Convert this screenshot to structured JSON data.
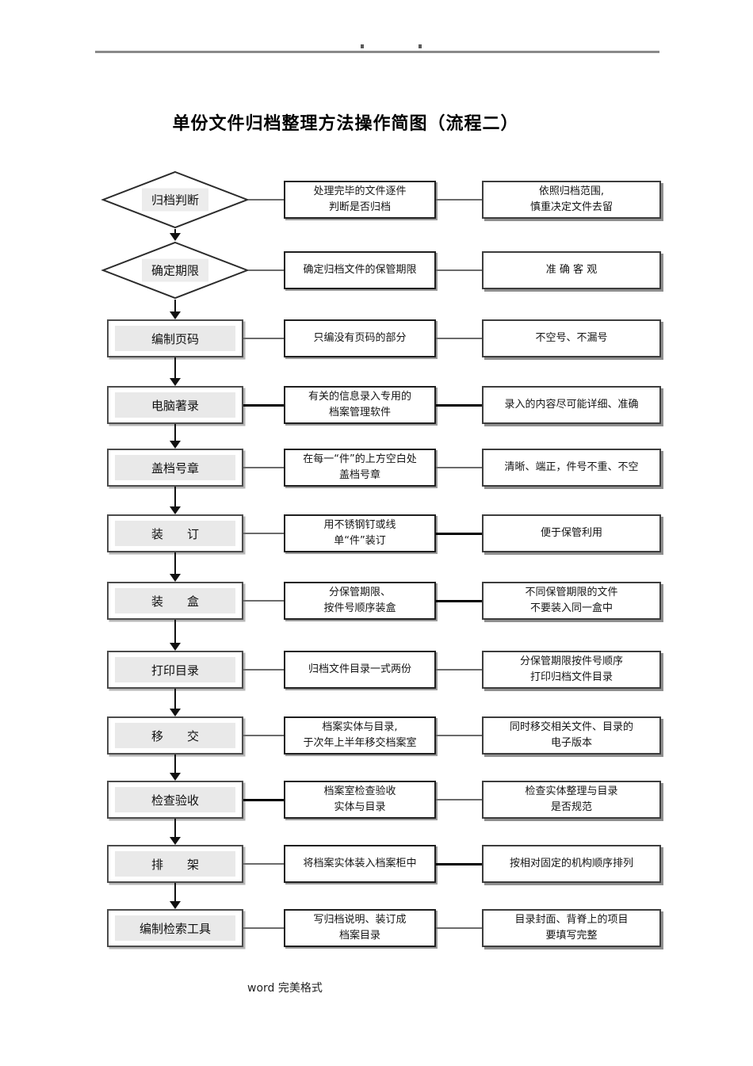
{
  "page": {
    "title": "单份文件归档整理方法操作简图（流程二）",
    "footer": "word 完美格式"
  },
  "flow": {
    "rows": [
      {
        "step": "归档判断",
        "description": "处理完毕的文件逐件\n判断是否归档",
        "note": "依照归档范围,\n慎重决定文件去留"
      },
      {
        "step": "确定期限",
        "description": "确定归档文件的保管期限",
        "note": "准 确 客 观"
      },
      {
        "step": "编制页码",
        "description": "只编没有页码的部分",
        "note": "不空号、不漏号"
      },
      {
        "step": "电脑著录",
        "description": "有关的信息录入专用的\n档案管理软件",
        "note": "录入的内容尽可能详细、准确"
      },
      {
        "step": "盖档号章",
        "description": "在每一“件”的上方空白处\n盖档号章",
        "note": "清晰、端正，件号不重、不空"
      },
      {
        "step": "装　　订",
        "description": "用不锈钢钉或线\n单“件”装订",
        "note": "便于保管利用"
      },
      {
        "step": "装　　盒",
        "description": "分保管期限、\n按件号顺序装盒",
        "note": "不同保管期限的文件\n不要装入同一盒中"
      },
      {
        "step": "打印目录",
        "description": "归档文件目录一式两份",
        "note": "分保管期限按件号顺序\n打印归档文件目录"
      },
      {
        "step": "移　　交",
        "description": "档案实体与目录,\n于次年上半年移交档案室",
        "note": "同时移交相关文件、目录的\n电子版本"
      },
      {
        "step": "检查验收",
        "description": "档案室检查验收\n实体与目录",
        "note": "检查实体整理与目录\n是否规范"
      },
      {
        "step": "排　　架",
        "description": "将档案实体装入档案柜中",
        "note": "按相对固定的机构顺序排列"
      },
      {
        "step": "编制检索工具",
        "description": "写归档说明、装订成\n档案目录",
        "note": "目录封面、背脊上的项目\n要填写完整"
      }
    ]
  }
}
